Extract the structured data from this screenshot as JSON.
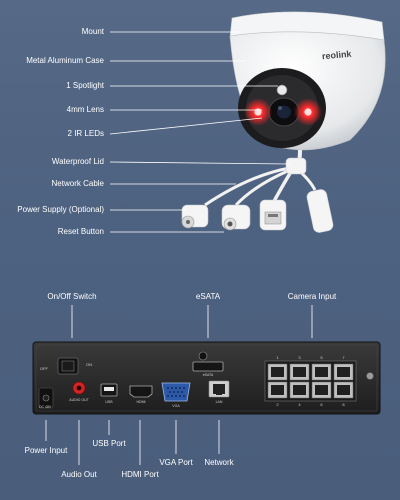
{
  "camera": {
    "brand": "reolink",
    "labels": {
      "mount": "Mount",
      "case": "Metal Aluminum Case",
      "spotlight": "1 Spotlight",
      "lens": "4mm Lens",
      "ir_leds": "2 IR LEDs",
      "lid": "Waterproof Lid",
      "network_cable": "Network Cable",
      "power_supply": "Power Supply (Optional)",
      "reset": "Reset Button"
    }
  },
  "nvr": {
    "top_labels": {
      "onoff": "On/Off Switch",
      "esata": "eSATA",
      "camera_input": "Camera Input"
    },
    "bottom_labels": {
      "power_input": "Power Input",
      "audio_out": "Audio Out",
      "usb": "USB Port",
      "hdmi": "HDMI Port",
      "vga": "VGA Port",
      "network": "Network"
    },
    "panel_text": {
      "off": "OFF",
      "on": "ON",
      "dc": "DC 48V",
      "audio": "AUDIO OUT",
      "usb": "USB",
      "hdmi": "HDMI",
      "vga": "VGA",
      "lan": "LAN",
      "esata": "eSATA"
    },
    "port_numbers_top": [
      "1",
      "3",
      "5",
      "7"
    ],
    "port_numbers_bottom": [
      "2",
      "4",
      "6",
      "8"
    ]
  },
  "colors": {
    "background": "#4d6180",
    "ir_red": "#ff2a2a",
    "panel": "#2a2a2a"
  }
}
